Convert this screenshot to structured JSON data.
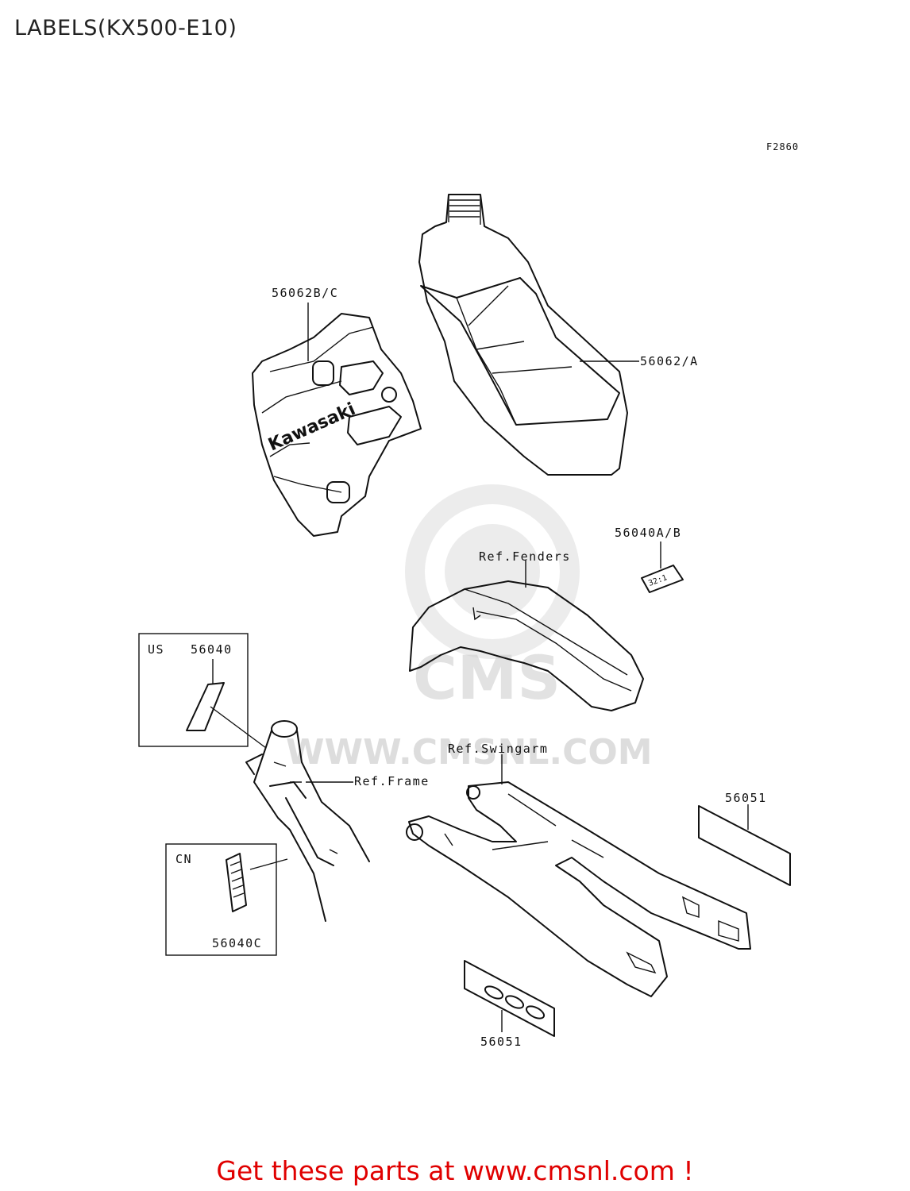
{
  "title": "LABELS(KX500-E10)",
  "figure_code": "F2860",
  "watermark": {
    "text": "WWW.CMSNL.COM",
    "logo_text": "CMS"
  },
  "callouts": {
    "side_cover_label": "56062B/C",
    "tank_label": "56062/A",
    "fender_sticker": "56040A/B",
    "fender_ref": "Ref.Fenders",
    "us_region": "US",
    "us_label": "56040",
    "cn_region": "CN",
    "cn_label": "56040C",
    "frame_ref": "Ref.Frame",
    "swingarm_ref": "Ref.Swingarm",
    "swingarm_label_right": "56051",
    "swingarm_label_bottom": "56051"
  },
  "decal_text": {
    "kawasaki": "Kawasaki",
    "ratio": "32:1"
  },
  "footer": "Get these parts at www.cmsnl.com !",
  "colors": {
    "footer": "#e00000",
    "line": "#111111",
    "watermark": "#d4d4d4"
  }
}
